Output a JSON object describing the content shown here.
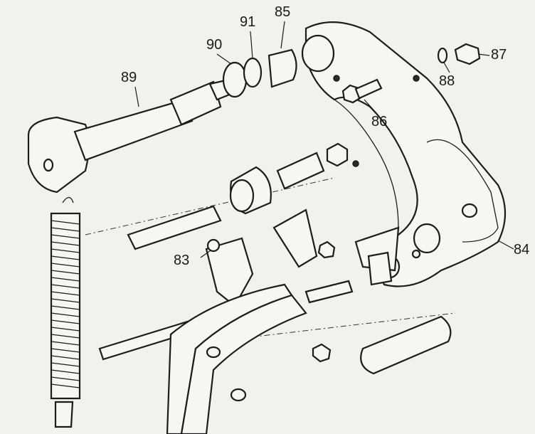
{
  "labels": {
    "l85": "85",
    "l91": "91",
    "l90": "90",
    "l89": "89",
    "l87": "87",
    "l88": "88",
    "l86": "86",
    "l84": "84",
    "l83": "83"
  },
  "colors": {
    "background": "#f3f1ec",
    "ink": "#1c1c1c"
  }
}
